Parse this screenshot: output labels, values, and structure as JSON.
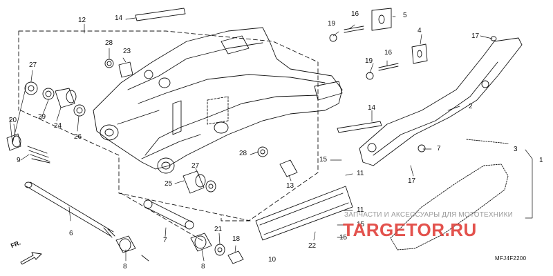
{
  "diagram": {
    "callouts": [
      {
        "id": "c14a",
        "text": "14"
      },
      {
        "id": "c12",
        "text": "12"
      },
      {
        "id": "c16a",
        "text": "16"
      },
      {
        "id": "c5",
        "text": "5"
      },
      {
        "id": "c19a",
        "text": "19"
      },
      {
        "id": "c28a",
        "text": "28"
      },
      {
        "id": "c23",
        "text": "23"
      },
      {
        "id": "c4",
        "text": "4"
      },
      {
        "id": "c17a",
        "text": "17"
      },
      {
        "id": "c16b",
        "text": "16"
      },
      {
        "id": "c27a",
        "text": "27"
      },
      {
        "id": "c19b",
        "text": "19"
      },
      {
        "id": "c29",
        "text": "29"
      },
      {
        "id": "c24",
        "text": "24"
      },
      {
        "id": "c26",
        "text": "26"
      },
      {
        "id": "c14b",
        "text": "14"
      },
      {
        "id": "c2",
        "text": "2"
      },
      {
        "id": "c20",
        "text": "20"
      },
      {
        "id": "c9",
        "text": "9"
      },
      {
        "id": "c28b",
        "text": "28"
      },
      {
        "id": "c15a",
        "text": "15"
      },
      {
        "id": "c27b",
        "text": "27"
      },
      {
        "id": "c25",
        "text": "25"
      },
      {
        "id": "c13",
        "text": "13"
      },
      {
        "id": "c11a",
        "text": "11"
      },
      {
        "id": "c17b",
        "text": "17"
      },
      {
        "id": "c7a",
        "text": "7"
      },
      {
        "id": "c3",
        "text": "3"
      },
      {
        "id": "c1",
        "text": "1"
      },
      {
        "id": "c6",
        "text": "6"
      },
      {
        "id": "c7b",
        "text": "7"
      },
      {
        "id": "c21",
        "text": "21"
      },
      {
        "id": "c11b",
        "text": "11"
      },
      {
        "id": "c15b",
        "text": "15"
      },
      {
        "id": "c22",
        "text": "22"
      },
      {
        "id": "c15c",
        "text": "15"
      },
      {
        "id": "c18",
        "text": "18"
      },
      {
        "id": "c10",
        "text": "10"
      },
      {
        "id": "c8a",
        "text": "8"
      },
      {
        "id": "c8b",
        "text": "8"
      }
    ],
    "front_label": "FR.",
    "diagram_code": "MFJ4F2200"
  },
  "watermark": {
    "text": "ЗАПЧАСТИ И АКСЕССУАРЫ ДЛЯ МОТОТЕХНИКИ",
    "logo": "TARGETOR.RU"
  }
}
